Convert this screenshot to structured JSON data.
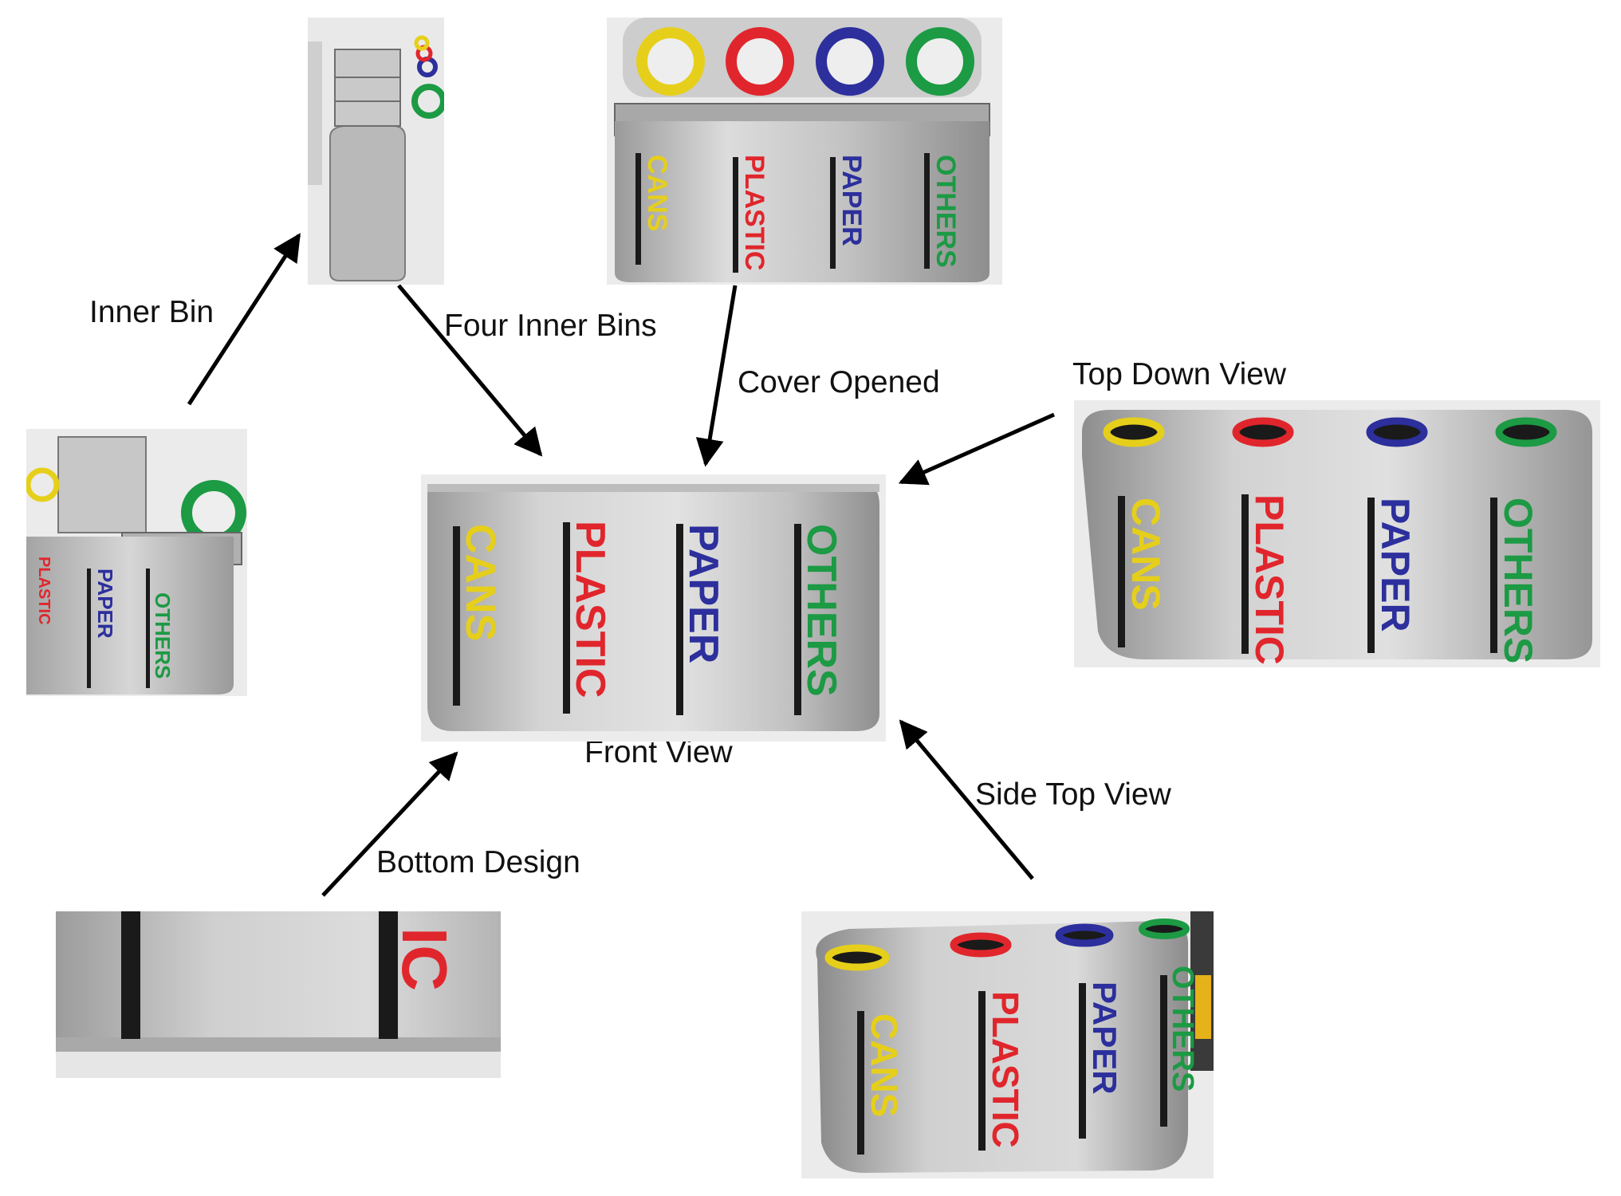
{
  "labels": {
    "inner_bin": "Inner Bin",
    "four_inner_bins": "Four Inner Bins",
    "cover_opened": "Cover Opened",
    "top_down_view": "Top Down View",
    "front_view": "Front View",
    "side_top_view": "Side Top View",
    "bottom_design": "Bottom Design"
  },
  "bin_labels": {
    "cans": "CANS",
    "plastic": "PLASTIC",
    "paper": "PAPER",
    "others": "OTHERS",
    "plastic_fragment": "IC"
  },
  "colors": {
    "cans": "#e6cf1a",
    "plastic": "#e0262c",
    "paper": "#2c2f9c",
    "others": "#1c9a44",
    "stripe": "#1a1a1a",
    "steel_light": "#d9d9d9",
    "steel_dark": "#8e8e8e"
  }
}
